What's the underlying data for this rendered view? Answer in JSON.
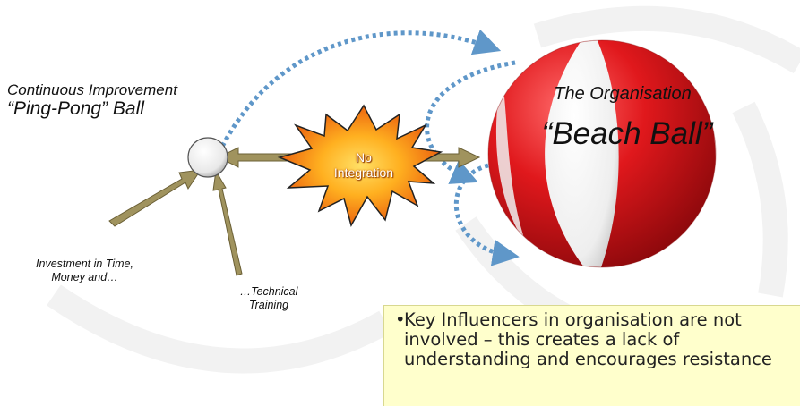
{
  "ping_pong": {
    "title_line1": "Continuous Improvement",
    "title_line2": "“Ping-Pong” Ball"
  },
  "investment": {
    "line1": "Investment in Time,",
    "line2": "Money and…"
  },
  "technical": {
    "line1": "…Technical",
    "line2": "Training"
  },
  "burst": {
    "line1": "No",
    "line2": "Integration"
  },
  "organisation": {
    "line1": "The Organisation",
    "line2": "“Beach Ball”"
  },
  "info": {
    "bullet": "•",
    "text": "Key Influencers in organisation are not involved – this creates a lack of understanding and encourages resistance"
  },
  "colors": {
    "arrow_olive": "#a0935e",
    "arrow_outline": "#6b6036",
    "dotted_blue": "#5f97c9",
    "burst_orange": "#f07a10",
    "burst_yellow": "#ffd23c",
    "ball_red": "#d81e22",
    "info_background": "#ffffcc",
    "watermark_grey": "#f2f2f2"
  }
}
